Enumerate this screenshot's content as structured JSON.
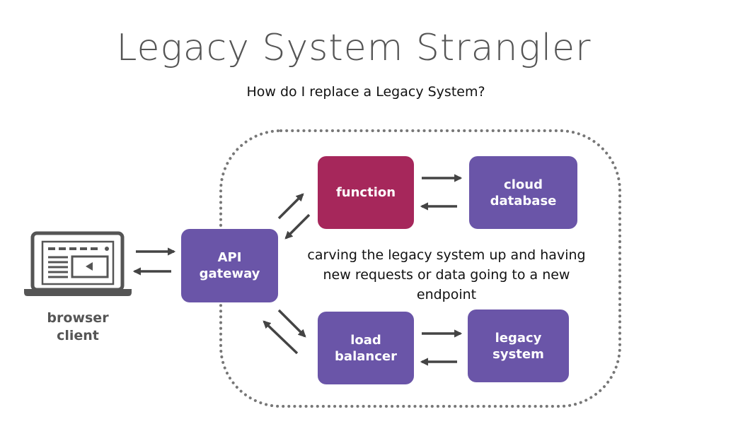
{
  "title": "Legacy System Strangler",
  "subtitle": "How do I replace a Legacy System?",
  "nodes": {
    "browser_client": "browser\nclient",
    "api_gateway": "API\ngateway",
    "function": "function",
    "cloud_database": "cloud\ndatabase",
    "load_balancer": "load\nbalancer",
    "legacy_system": "legacy\nsystem"
  },
  "annotation": "carving the legacy system up and having new requests or data going to a new endpoint",
  "colors": {
    "purple": "#6a55a8",
    "crimson": "#a6275b",
    "icon_gray": "#555555",
    "arrow": "#444444",
    "dotted_border": "#777777"
  }
}
